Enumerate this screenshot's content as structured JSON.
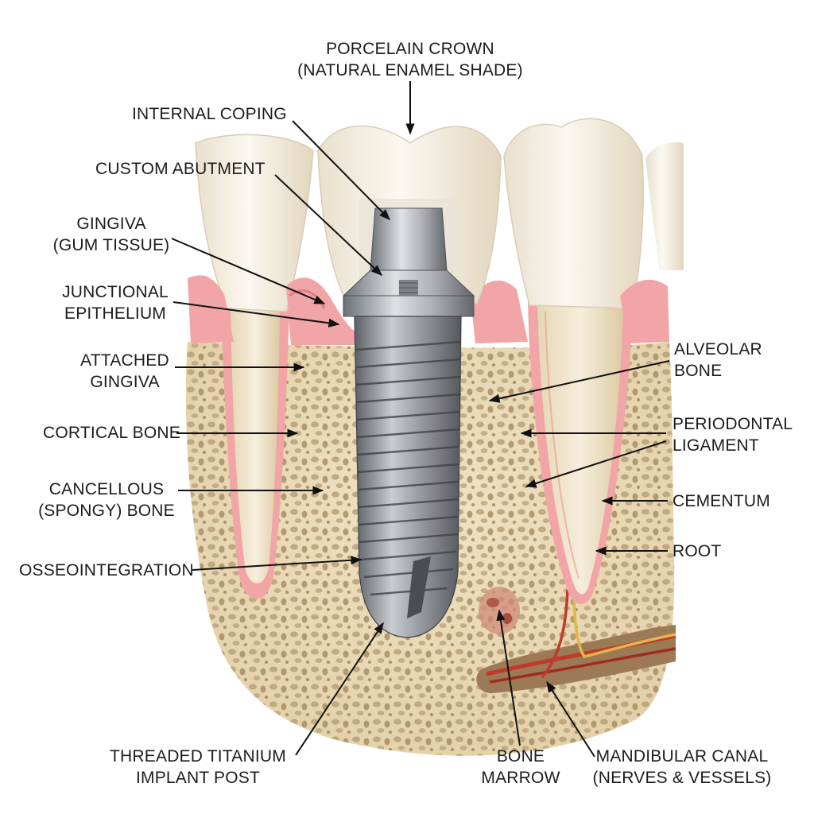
{
  "colors": {
    "background": "#ffffff",
    "enamel": "#f2ebdd",
    "dentin": "#eadfc6",
    "gum": "#f2a5a6",
    "gum_dark": "#e07f84",
    "bone": "#eadab8",
    "bone_pore": "#b69a70",
    "titanium": "#8e9296",
    "titanium_light": "#c9ccd0",
    "artery": "#c0392b",
    "nerve": "#e2b64b",
    "leader": "#111111"
  },
  "labels": {
    "porcelain_crown": {
      "line1": "PORCELAIN CROWN",
      "line2": "(NATURAL ENAMEL SHADE)"
    },
    "internal_coping": {
      "line1": "INTERNAL COPING"
    },
    "custom_abutment": {
      "line1": "CUSTOM ABUTMENT"
    },
    "gingiva": {
      "line1": "GINGIVA",
      "line2": "(GUM TISSUE)"
    },
    "junctional_epithelium": {
      "line1": "JUNCTIONAL",
      "line2": "EPITHELIUM"
    },
    "attached_gingiva": {
      "line1": "ATTACHED",
      "line2": "GINGIVA"
    },
    "cortical_bone": {
      "line1": "CORTICAL BONE"
    },
    "cancellous_bone": {
      "line1": "CANCELLOUS",
      "line2": "(SPONGY) BONE"
    },
    "osseointegration": {
      "line1": "OSSEOINTEGRATION"
    },
    "threaded_post": {
      "line1": "THREADED TITANIUM",
      "line2": "IMPLANT POST"
    },
    "bone_marrow": {
      "line1": "BONE",
      "line2": "MARROW"
    },
    "mandibular_canal": {
      "line1": "MANDIBULAR CANAL",
      "line2": "(NERVES & VESSELS)"
    },
    "alveolar_bone": {
      "line1": "ALVEOLAR",
      "line2": "BONE"
    },
    "periodontal_ligament": {
      "line1": "PERIODONTAL",
      "line2": "LIGAMENT"
    },
    "cementum": {
      "line1": "CEMENTUM"
    },
    "root": {
      "line1": "ROOT"
    }
  }
}
